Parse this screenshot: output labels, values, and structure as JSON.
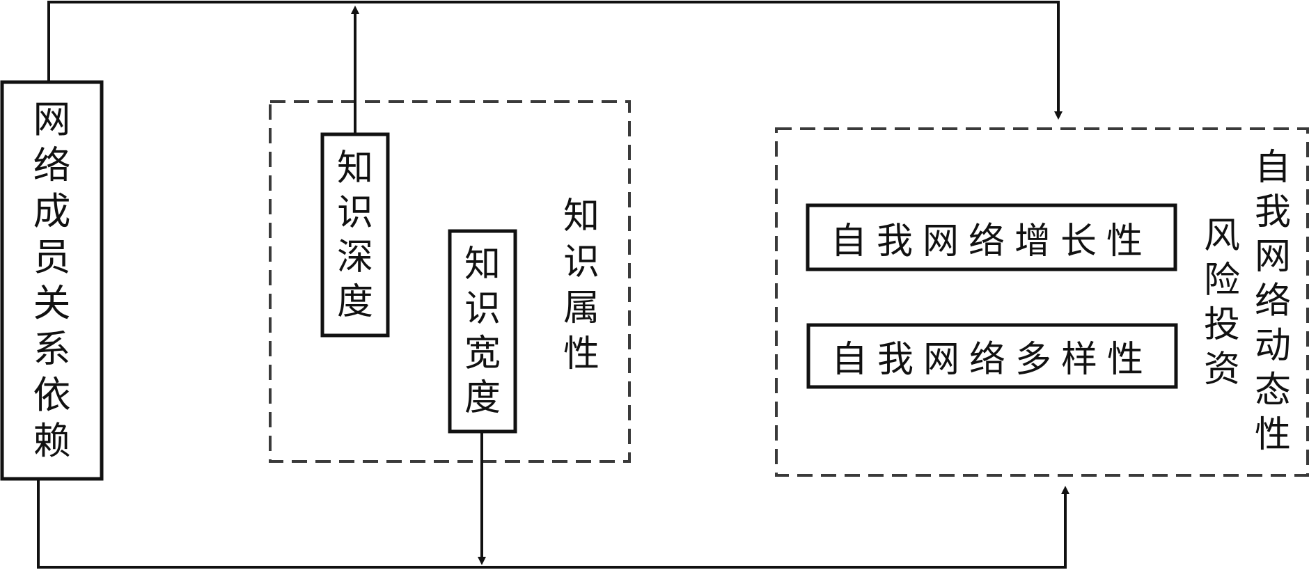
{
  "nodes": {
    "network_dependency": {
      "label": "网络成员关系依赖"
    },
    "knowledge_depth": {
      "label": "知识深度"
    },
    "knowledge_breadth": {
      "label": "知识宽度"
    },
    "knowledge_attributes": {
      "label": "知识属性"
    },
    "egonet_growth": {
      "label": "自我网络增长性"
    },
    "egonet_diversity": {
      "label": "自我网络多样性"
    },
    "egonet_dynamics": {
      "label": "自我网络动态性"
    },
    "risk_investment": {
      "label": "风险投资"
    }
  },
  "colors": {
    "line": "#111111",
    "dashed_border": "#3a3a3a"
  }
}
